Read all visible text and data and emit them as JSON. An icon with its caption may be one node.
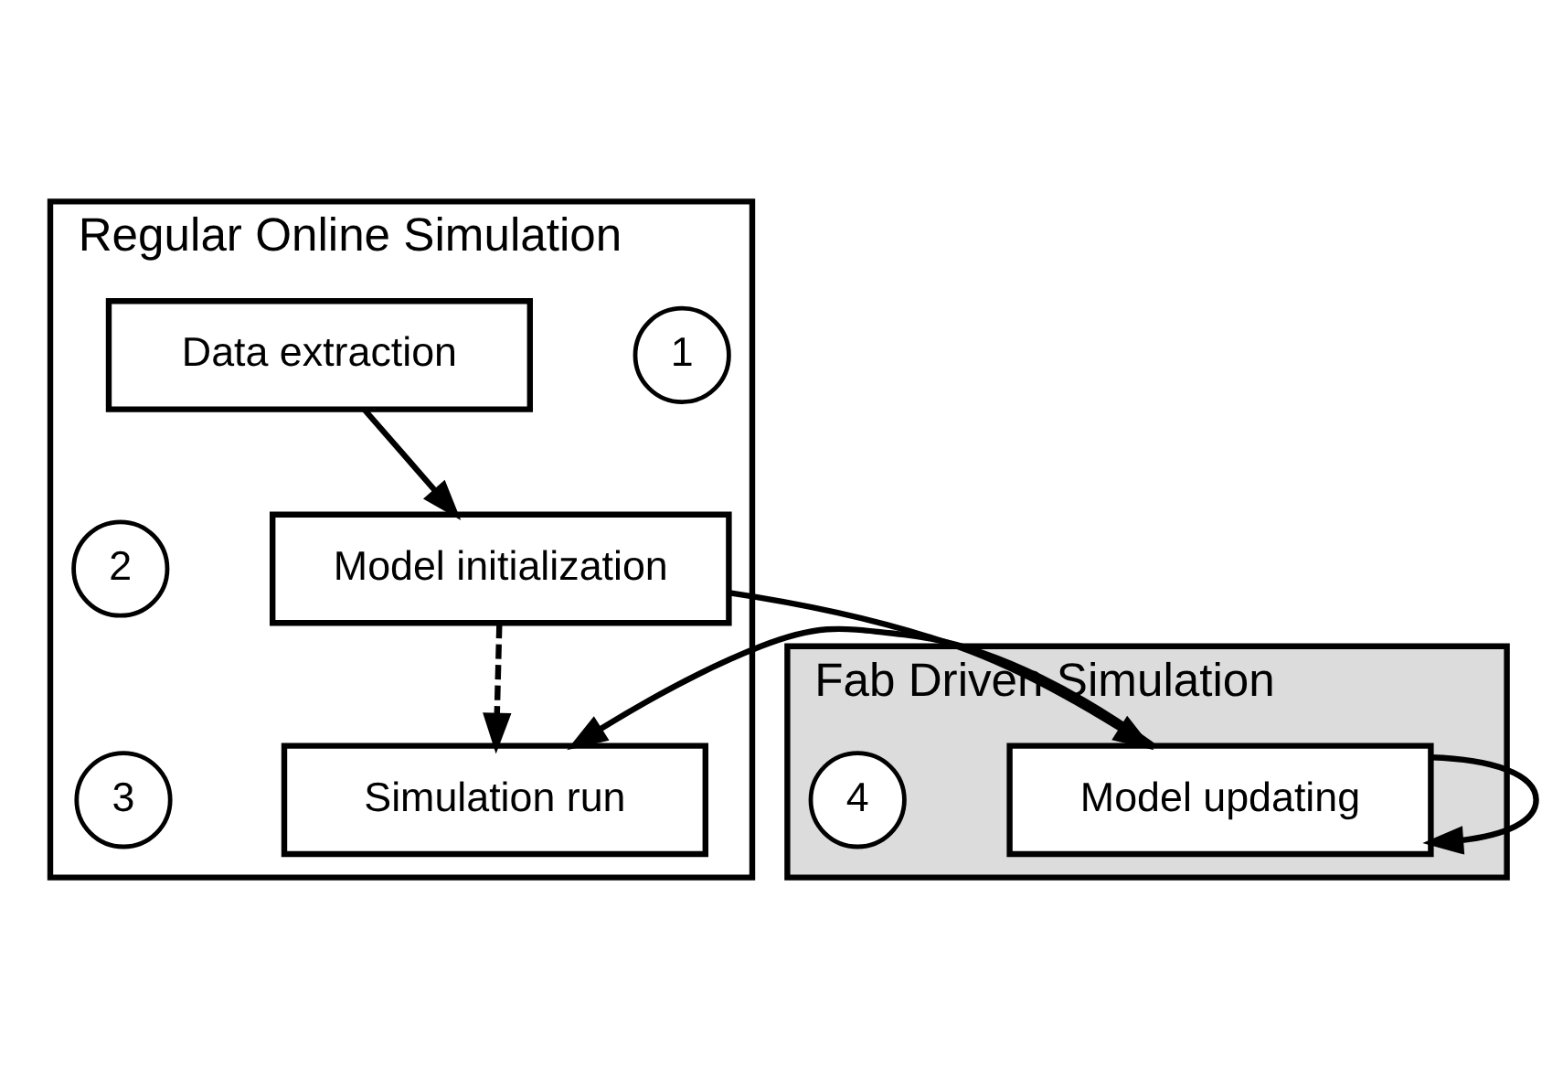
{
  "diagram": {
    "nodes": [
      {
        "text": [
          "Regular Online Simulation"
        ]
      },
      {
        "text": [
          "Fab Driven Simulation"
        ]
      },
      {
        "text": [
          "1"
        ],
        "in": 0
      },
      {
        "text": [
          "Data extraction"
        ],
        "in": 0
      },
      {
        "text": [
          "2"
        ],
        "in": 0
      },
      {
        "text": [
          "Model initialization"
        ],
        "in": 0
      },
      {
        "text": [
          "3"
        ],
        "in": 0
      },
      {
        "text": [
          "Simulation run"
        ],
        "in": 0
      },
      {
        "text": [
          "Model updating"
        ],
        "in": 1
      },
      {
        "text": [
          "4"
        ],
        "in": 1
      }
    ],
    "edges": [
      {
        "from": 3,
        "to": 5,
        "arrow": "to"
      },
      {
        "from": 5,
        "to": 7,
        "arrow": "to",
        "style": "dashed"
      },
      {
        "from": 5,
        "to": 8,
        "arrow": "to"
      },
      {
        "from": 8,
        "to": 7,
        "arrow": "to"
      },
      {
        "from": 8,
        "to": 8,
        "arrow": "to"
      }
    ]
  }
}
